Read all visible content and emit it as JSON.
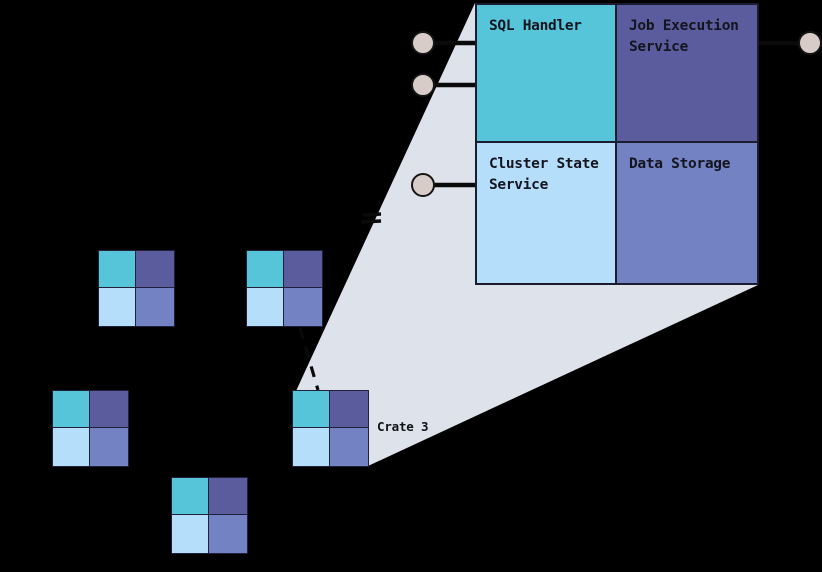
{
  "page": {
    "background": "#000000"
  },
  "detail_panel": {
    "components": [
      {
        "name": "SQL Handler",
        "color": "#57c5d9"
      },
      {
        "name": "Job Execution Service",
        "color": "#5b5c9d"
      },
      {
        "name": "Cluster State Service",
        "color": "#b5defb"
      },
      {
        "name": "Data Storage",
        "color": "#7282c2"
      }
    ],
    "text_color": "#15151f",
    "border_color": "#1c1c30"
  },
  "cluster": {
    "crates": [
      {},
      {},
      {},
      {
        "label": "Crate 3"
      },
      {}
    ],
    "shard_colors": [
      "#57c5d9",
      "#5b5c9d",
      "#b5defb",
      "#7282c2"
    ]
  },
  "connectors": {
    "left_endpoint_count": 3,
    "right_endpoint_count": 1,
    "endpoint_fill": "#d8ccc8",
    "endpoint_stroke": "#151515",
    "line_color": "#0a0a0a"
  },
  "magnifier": {
    "cone_color": "#dee2eb",
    "dash_color": "#0a0a0a"
  }
}
